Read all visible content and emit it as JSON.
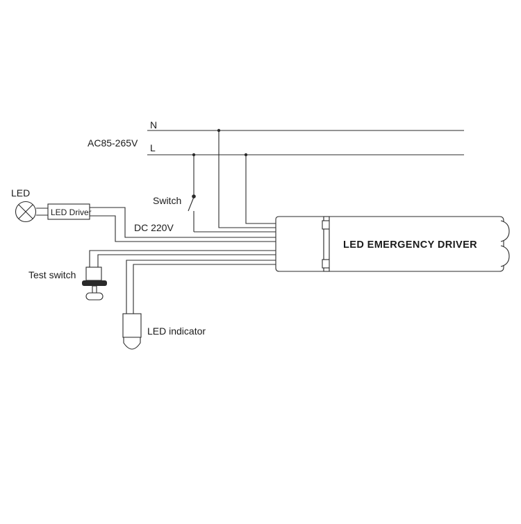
{
  "labels": {
    "n": "N",
    "l": "L",
    "ac_supply": "AC85-265V",
    "switch": "Switch",
    "led": "LED",
    "led_driver": "LED Driver",
    "dc_output": "DC 220V",
    "test_switch": "Test switch",
    "led_indicator": "LED indicator",
    "emergency_driver": "LED EMERGENCY DRIVER"
  },
  "colors": {
    "line": "#2a2a2a",
    "text": "#1a1a1a",
    "background": "#ffffff"
  }
}
